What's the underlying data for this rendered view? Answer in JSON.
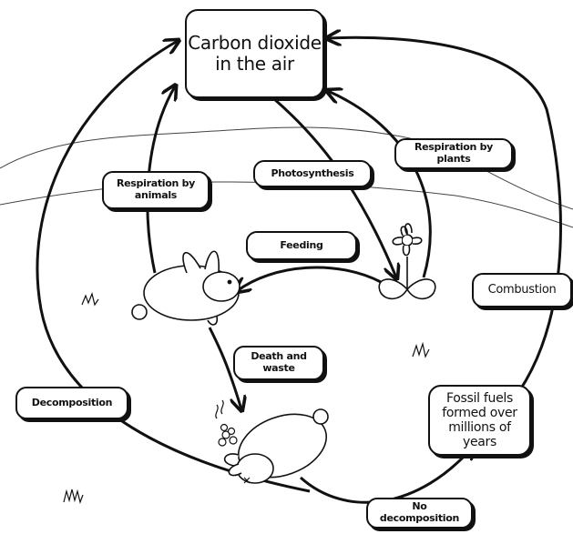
{
  "nodes": {
    "co2": "Carbon dioxide in the air",
    "fossil": "Fossil fuels formed over millions of years"
  },
  "labels": {
    "photosynthesis": "Photosynthesis",
    "respiration_plants": "Respiration by plants",
    "respiration_animals": "Respiration by animals",
    "feeding": "Feeding",
    "combustion": "Combustion",
    "death_waste": "Death and waste",
    "decomposition": "Decomposition",
    "no_decomposition": "No decomposition"
  },
  "colors": {
    "ink": "#111111",
    "background": "#ffffff"
  }
}
